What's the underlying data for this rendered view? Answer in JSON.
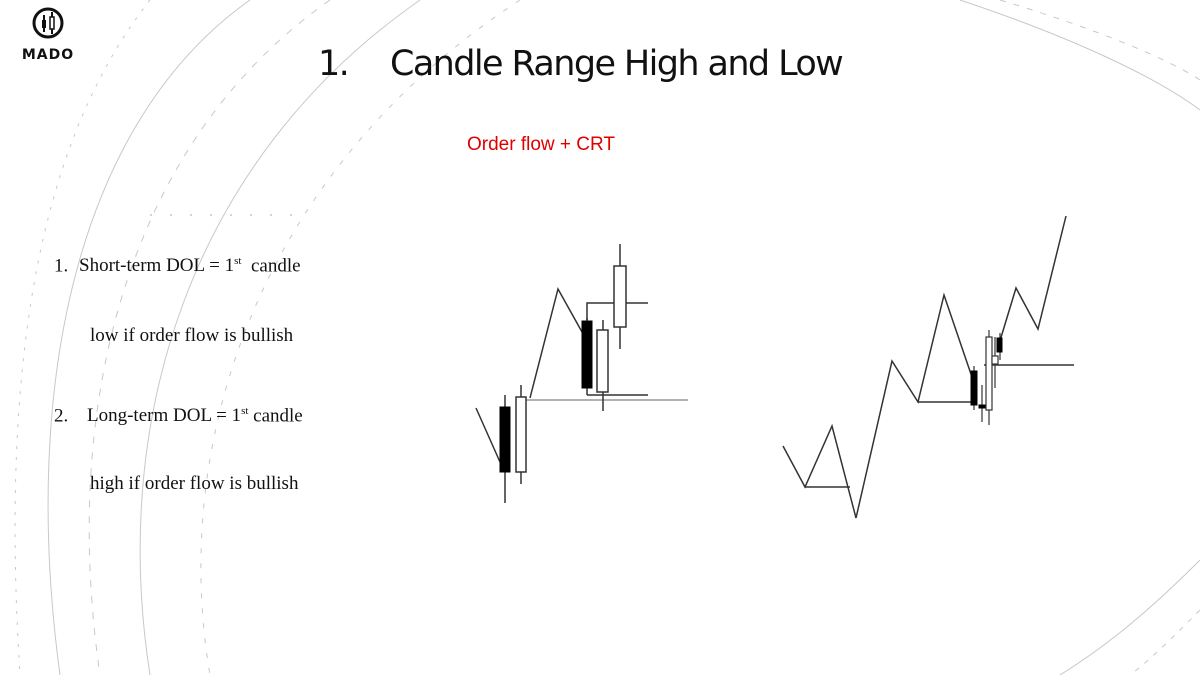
{
  "brand": {
    "name": "MADO",
    "logo_icon": "candlestick-circle-logo"
  },
  "title": {
    "number": "1.",
    "text": "Candle Range High and Low"
  },
  "subtitle": {
    "text": "Order flow + CRT",
    "color": "#e00000"
  },
  "list": [
    {
      "number": "1.",
      "line1_before": "Short-term DOL = 1",
      "sup": "st",
      "line1_after": "  candle",
      "line2": "low if order flow is bullish"
    },
    {
      "number": "2.",
      "line1_before": "Long-term DOL = 1",
      "sup": "st",
      "line1_after": " candle",
      "line2": "high if order flow is bullish"
    }
  ],
  "colors": {
    "bearish_fill": "#000000",
    "bullish_fill": "#ffffff",
    "line": "#333333",
    "level_line": "#999999"
  }
}
